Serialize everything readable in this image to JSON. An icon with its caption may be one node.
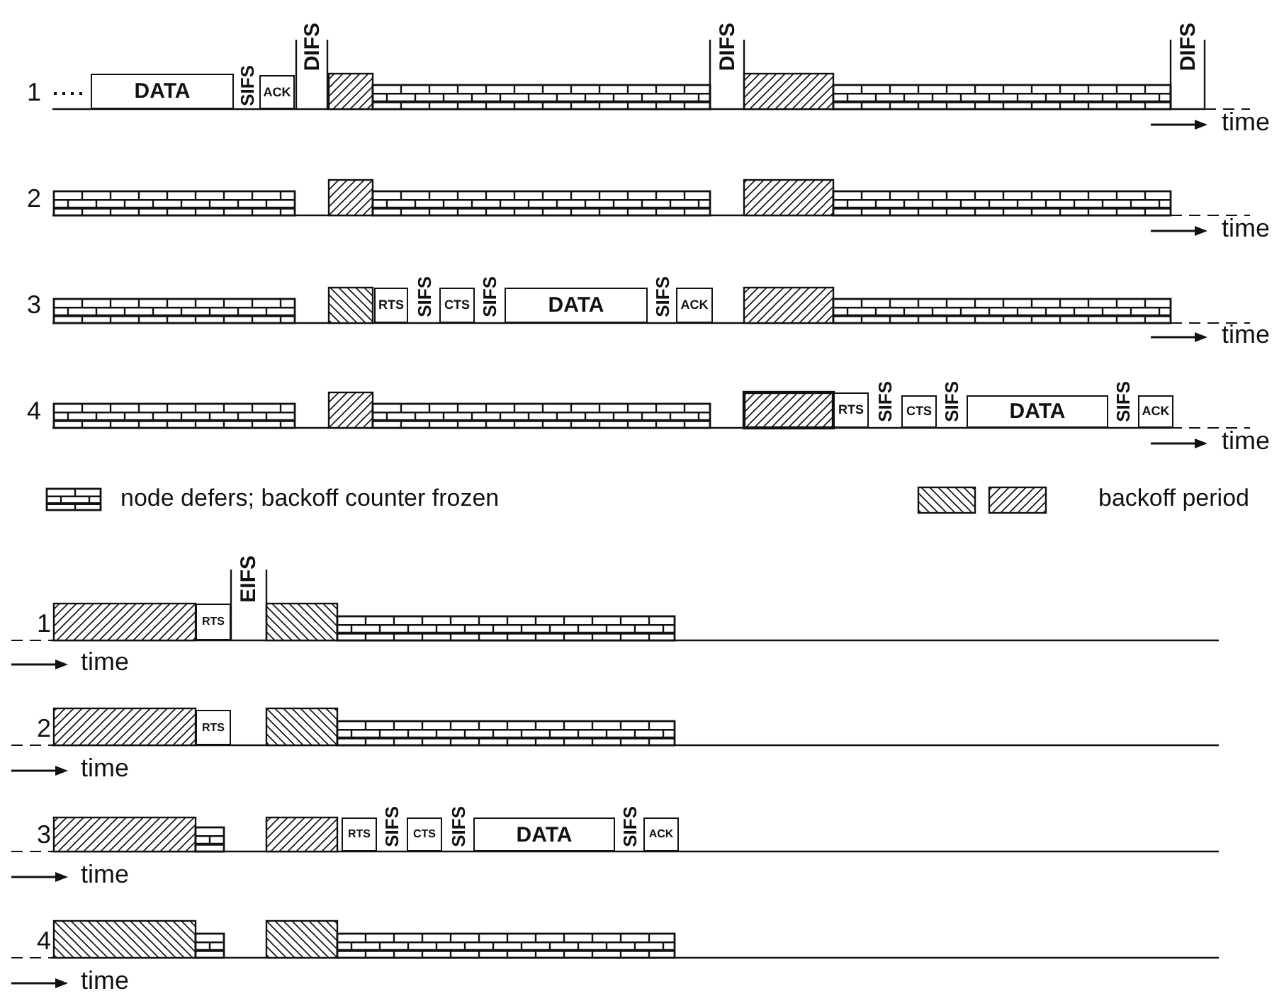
{
  "diagram": {
    "nodes": [
      {
        "text": [
          "DATA"
        ]
      },
      {
        "text": [
          "ACK"
        ]
      },
      {
        "text": [
          "RTS"
        ]
      },
      {
        "text": [
          "CTS"
        ]
      },
      {
        "text": [
          "DATA"
        ]
      },
      {
        "text": [
          "ACK"
        ]
      },
      {
        "text": [
          "RTS"
        ]
      },
      {
        "text": [
          "CTS"
        ]
      },
      {
        "text": [
          "DATA"
        ]
      },
      {
        "text": [
          "ACK"
        ]
      },
      {
        "text": [
          "RTS"
        ]
      },
      {
        "text": [
          "RTS"
        ]
      },
      {
        "text": [
          "RTS"
        ]
      },
      {
        "text": [
          "CTS"
        ]
      },
      {
        "text": [
          "DATA"
        ]
      },
      {
        "text": [
          "ACK"
        ]
      }
    ],
    "labels": [
      "DIFS",
      "DIFS",
      "DIFS",
      "1",
      "SIFS",
      "time",
      "2",
      "time",
      "3",
      "SIFS",
      "SIFS",
      "SIFS",
      "time",
      "4",
      "SIFS",
      "SIFS",
      "SIFS",
      "time",
      "EIFS",
      "1",
      "time",
      "2",
      "time",
      "3",
      "SIFS",
      "SIFS",
      "SIFS",
      "time",
      "4",
      "time"
    ],
    "legend": [
      {
        "text": "node defers; backoff counter frozen"
      },
      {
        "text": "backoff period"
      }
    ]
  }
}
